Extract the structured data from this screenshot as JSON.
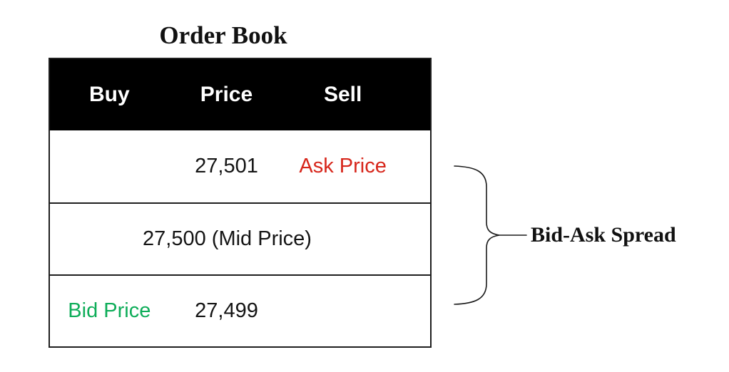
{
  "title": "Order Book",
  "table": {
    "headers": [
      "Buy",
      "Price",
      "Sell"
    ],
    "rows": [
      {
        "buy": "",
        "price": "27,501",
        "sell": "Ask Price"
      },
      {
        "merged": "27,500 (Mid Price)"
      },
      {
        "buy": "Bid Price",
        "price": "27,499",
        "sell": ""
      }
    ]
  },
  "annotation": {
    "label": "Bid-Ask Spread"
  },
  "colors": {
    "ask_red": "#d7261b",
    "bid_green": "#0ead59",
    "header_bg": "#000000",
    "header_text": "#ffffff",
    "border": "#1f1f1f"
  }
}
